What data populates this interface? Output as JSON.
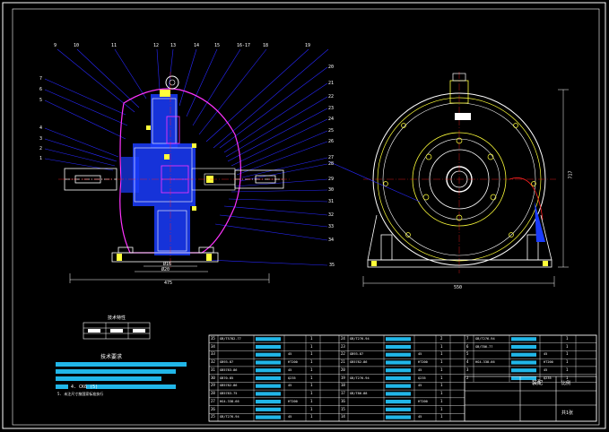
{
  "colors": {
    "background": "#000000",
    "frame": "#ffffff",
    "leader": "#2828ff",
    "outline_magenta": "#ff33ff",
    "fill_blue": "#1a3cff",
    "yellow": "#ffff3a",
    "cyan_highlight": "#21b6e8",
    "red": "#ff2020"
  },
  "section_view": {
    "callouts_top": [
      "9",
      "10",
      "11",
      "12",
      "13",
      "14",
      "15",
      "16-17",
      "18",
      "19"
    ],
    "callouts_left": [
      "7",
      "6",
      "5",
      "4",
      "3",
      "2",
      "1"
    ],
    "callouts_right": [
      "20",
      "21",
      "22",
      "23",
      "24",
      "25",
      "26",
      "27",
      "28",
      "29",
      "30",
      "31",
      "32",
      "33",
      "34"
    ],
    "callout_bottom": "35",
    "dim_inner": "Ø16",
    "dim_mid": "Ø20",
    "dim_overall": "475"
  },
  "end_view": {
    "dim_width": "550",
    "dim_height": "717"
  },
  "small_table": {
    "title": "技术特性",
    "cells": [
      "",
      "",
      ""
    ]
  },
  "tech_requirements": {
    "title": "技术要求",
    "notes": [
      "1.",
      "2.",
      "3.",
      "4. CK6 (5)",
      "5. 未注尺寸按国家标准执行"
    ]
  },
  "parts_table": {
    "col1": [
      {
        "no": "35",
        "code": "GB/T5782-77",
        "qty": "1"
      },
      {
        "no": "34",
        "code": "",
        "qty": "1"
      },
      {
        "no": "33",
        "code": "",
        "qty": "1"
      },
      {
        "no": "32",
        "code": "GB93-87",
        "qty": "1"
      },
      {
        "no": "31",
        "code": "GB5783-86",
        "qty": "1"
      },
      {
        "no": "30",
        "code": "GB70-85",
        "qty": "1"
      },
      {
        "no": "29",
        "code": "GB5782-86",
        "qty": "1"
      },
      {
        "no": "28",
        "code": "GB5783-75",
        "qty": "1"
      },
      {
        "no": "27",
        "code": "HG4-338-66",
        "qty": "1"
      },
      {
        "no": "26",
        "code": "",
        "qty": "1"
      },
      {
        "no": "25",
        "code": "GB/T276-94",
        "qty": "1"
      }
    ],
    "col2": [
      {
        "no": "24",
        "code": "GB/T276-94",
        "qty": "2"
      },
      {
        "no": "23",
        "code": "",
        "qty": "1"
      },
      {
        "no": "22",
        "code": "GB93-87",
        "qty": "1"
      },
      {
        "no": "21",
        "code": "GB5782-86",
        "qty": "1"
      },
      {
        "no": "20",
        "code": "",
        "qty": "1"
      },
      {
        "no": "19",
        "code": "GB/T276-94",
        "qty": "1"
      },
      {
        "no": "18",
        "code": "",
        "qty": "1"
      },
      {
        "no": "17",
        "code": "GB/T86-88",
        "qty": "1"
      },
      {
        "no": "16",
        "code": "",
        "qty": "1"
      },
      {
        "no": "15",
        "code": "",
        "qty": "1"
      },
      {
        "no": "14",
        "code": "",
        "qty": "1"
      }
    ],
    "col3": [
      {
        "no": "7",
        "code": "GB/T276-94",
        "qty": "1"
      },
      {
        "no": "6",
        "code": "GB/T86-77",
        "qty": "1"
      },
      {
        "no": "5",
        "code": "",
        "qty": "1"
      },
      {
        "no": "4",
        "code": "HG4-338-66",
        "qty": "1"
      },
      {
        "no": "3",
        "code": "",
        "qty": "1"
      },
      {
        "no": "2",
        "code": "",
        "qty": "1"
      },
      {
        "no": "1",
        "code": "",
        "qty": "1"
      }
    ],
    "materials": [
      "",
      "",
      "45",
      "HT200",
      "45",
      "Q235",
      "45",
      "",
      "HT200",
      "",
      "45"
    ],
    "title_block": {
      "drawing_name": "装配",
      "scale_label": "比例",
      "sheet": "共1张"
    }
  }
}
